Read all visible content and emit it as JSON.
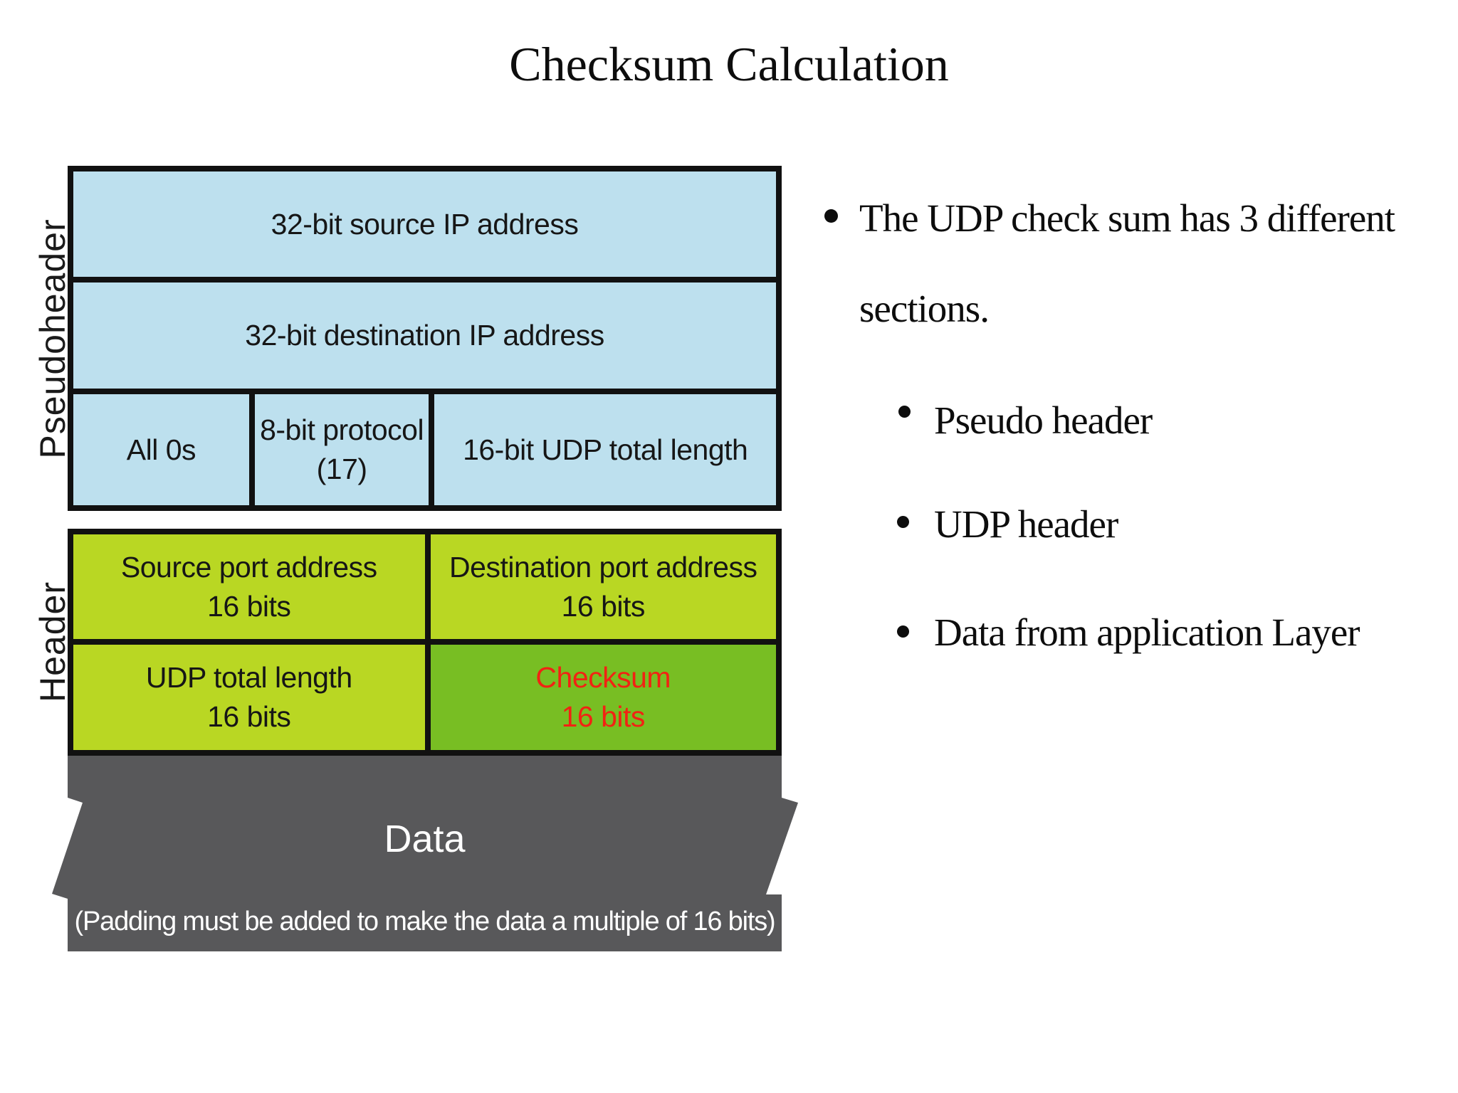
{
  "title": "Checksum Calculation",
  "colors": {
    "pseudoheader_blue": "#BDE0EE",
    "header_green_light": "#B9D723",
    "checksum_green_dark": "#78BE23",
    "data_gray": "#58585A",
    "checksum_red": "#F22213",
    "border_black": "#111111"
  },
  "diagram": {
    "pseudoheader_label": "Pseudoheader",
    "header_label": "Header",
    "pseudoheader": {
      "source_ip": "32-bit source IP address",
      "dest_ip": "32-bit destination IP address",
      "all_zeros": "All 0s",
      "protocol_line1": "8-bit protocol",
      "protocol_line2": "(17)",
      "udp_total_length": "16-bit UDP total length"
    },
    "header": {
      "source_port_line1": "Source port address",
      "source_port_line2": "16 bits",
      "dest_port_line1": "Destination port address",
      "dest_port_line2": "16 bits",
      "udp_len_line1": "UDP total length",
      "udp_len_line2": "16 bits",
      "checksum_line1": "Checksum",
      "checksum_line2": "16 bits"
    },
    "data_section": {
      "label": "Data",
      "padding_note": "(Padding must be added to make the data a multiple of 16 bits)"
    }
  },
  "bullets": {
    "main": "The UDP check sum has 3 different sections.",
    "sub": [
      "Pseudo header",
      "UDP header",
      "Data from application Layer"
    ]
  }
}
